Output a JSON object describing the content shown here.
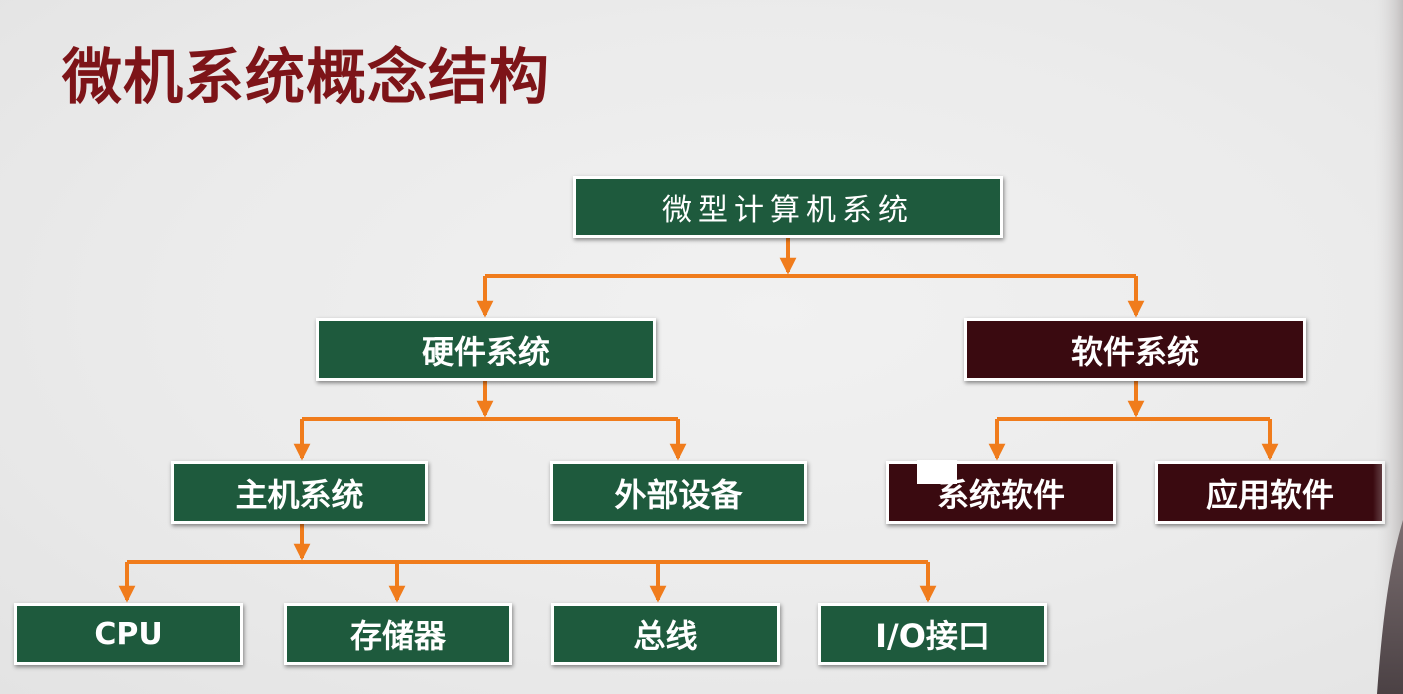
{
  "slide": {
    "title": "微机系统概念结构"
  },
  "colors": {
    "title": "#7d1418",
    "hardware_node": "#1e5a3d",
    "software_node": "#3a0a10",
    "connector": "#f07c1c",
    "background": "#ececec"
  },
  "diagram": {
    "root": "微型计算机系统",
    "hardware": "硬件系统",
    "software": "软件系统",
    "host": "主机系统",
    "peripherals": "外部设备",
    "system_software": "系统软件",
    "application_software": "应用软件",
    "cpu": "CPU",
    "memory": "存储器",
    "bus": "总线",
    "io": "I/O接口"
  }
}
